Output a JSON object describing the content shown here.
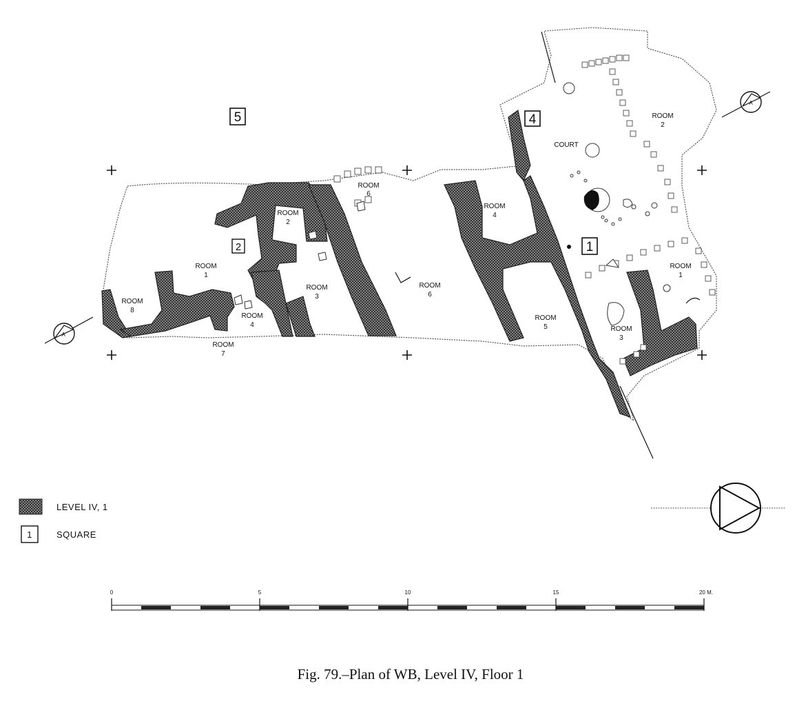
{
  "squares": {
    "s5": "5",
    "s2": "2",
    "s4": "4",
    "s1": "1"
  },
  "rooms": {
    "left_room1": [
      "ROOM",
      "1"
    ],
    "left_room2": [
      "ROOM",
      "2"
    ],
    "left_room3": [
      "ROOM",
      "3"
    ],
    "left_room4": [
      "ROOM",
      "4"
    ],
    "left_room6a": [
      "ROOM",
      "6"
    ],
    "mid_room6": [
      "ROOM",
      "6"
    ],
    "left_room7": [
      "ROOM",
      "7"
    ],
    "left_room8": [
      "ROOM",
      "8"
    ],
    "mid_room4": [
      "ROOM",
      "4"
    ],
    "mid_room5": [
      "ROOM",
      "5"
    ],
    "right_room1": [
      "ROOM",
      "1"
    ],
    "right_room2": [
      "ROOM",
      "2"
    ],
    "right_room3": [
      "ROOM",
      "3"
    ],
    "court": "COURT"
  },
  "section_marker": "A",
  "legend": {
    "level_label": "LEVEL IV, 1",
    "square_swatch": "1",
    "square_label": "SQUARE"
  },
  "scale": {
    "ticks": [
      "0",
      "5",
      "10",
      "15",
      "20 M."
    ]
  },
  "caption": "Fig. 79.–Plan of WB, Level IV, Floor 1"
}
